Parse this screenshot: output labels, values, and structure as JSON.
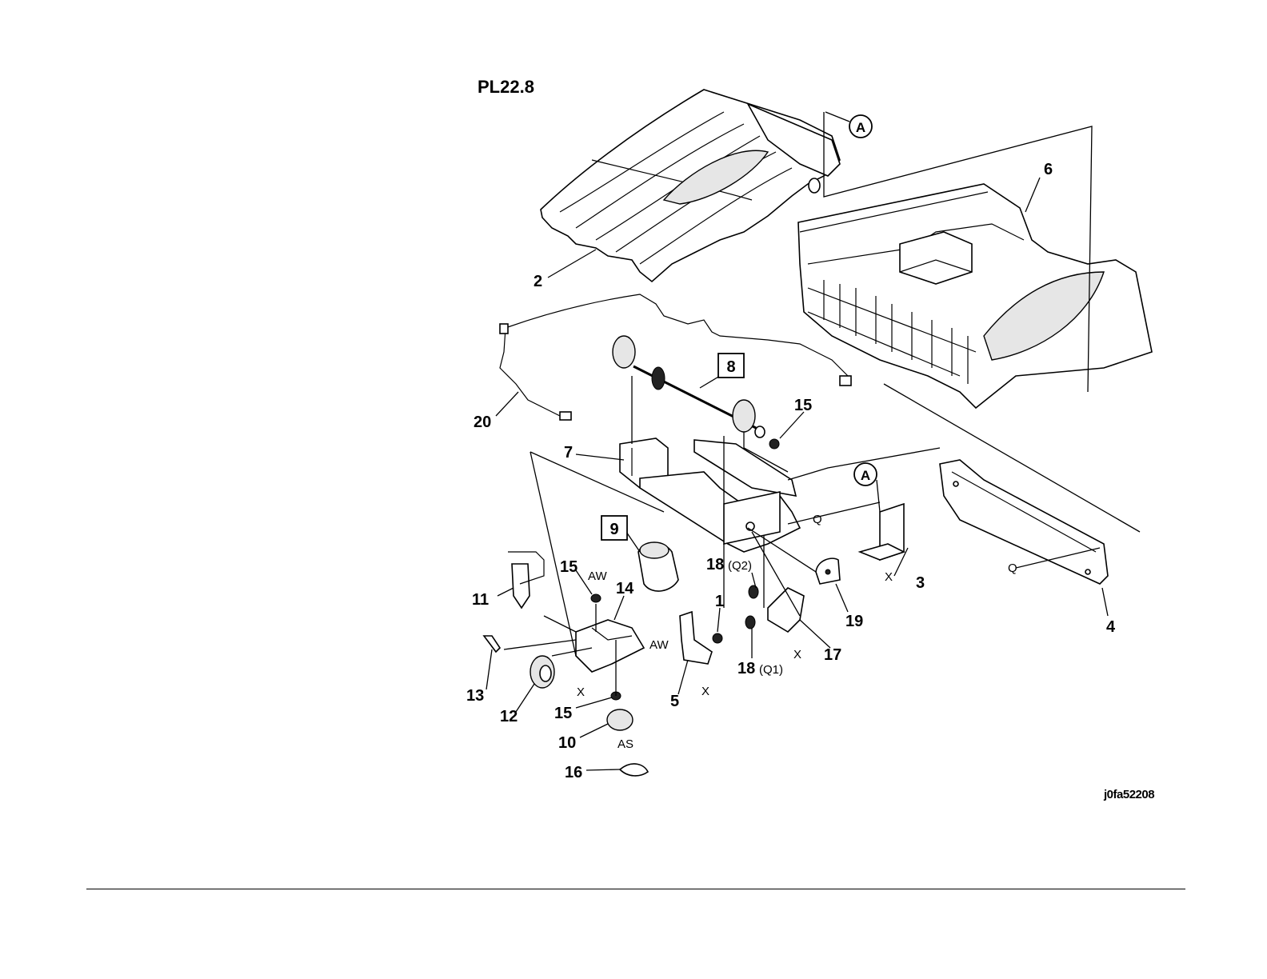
{
  "plate_title": "PL22.8",
  "figure_id": "j0fa52208",
  "connector_label": "A",
  "callouts": {
    "c1": "1",
    "c2": "2",
    "c3": "3",
    "c4": "4",
    "c5": "5",
    "c6": "6",
    "c7": "7",
    "c8": "8",
    "c9": "9",
    "c10": "10",
    "c11": "11",
    "c12": "12",
    "c13": "13",
    "c14": "14",
    "c15a": "15",
    "c15b": "15",
    "c15c": "15",
    "c16": "16",
    "c17": "17",
    "c18a": "18",
    "c18b": "18",
    "c19": "19",
    "c20": "20"
  },
  "qualifiers": {
    "q2": "(Q2)",
    "q1": "(Q1)",
    "aw1": "AW",
    "aw2": "AW",
    "as": "AS",
    "x1": "X",
    "x2": "X",
    "x3": "X",
    "x4": "X",
    "qa": "Q",
    "qb": "Q"
  }
}
